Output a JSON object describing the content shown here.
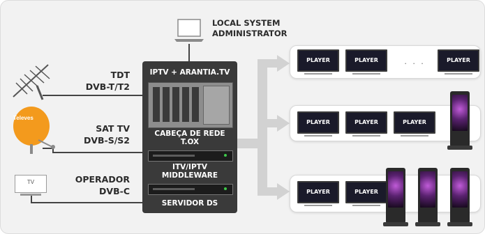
{
  "admin": {
    "label_line1": "LOCAL SYSTEM",
    "label_line2": "ADMINISTRATOR"
  },
  "sources": [
    {
      "line1": "TDT",
      "line2": "DVB-T/T2",
      "icon": "antenna-icon"
    },
    {
      "line1": "SAT TV",
      "line2": "DVB-S/S2",
      "icon": "satellite-dish-icon",
      "dish_brand": "Televes"
    },
    {
      "line1": "OPERADOR",
      "line2": "DVB-C",
      "icon": "tv-icon",
      "tv_text": "TV"
    }
  ],
  "hub": {
    "title": "IPTV + ARANTIA.TV",
    "headend_line1": "CABEÇA DE REDE",
    "headend_line2": "T.OX",
    "middleware_line1": "ITV/IPTV",
    "middleware_line2": "MIDDLEWARE",
    "server": "SERVIDOR DS"
  },
  "player_label": "PLAYER",
  "ellipsis": "· · ·",
  "colors": {
    "hub_bg": "#3a3a3a",
    "arrow": "#d2d2d2",
    "dish": "#f39a1d"
  }
}
